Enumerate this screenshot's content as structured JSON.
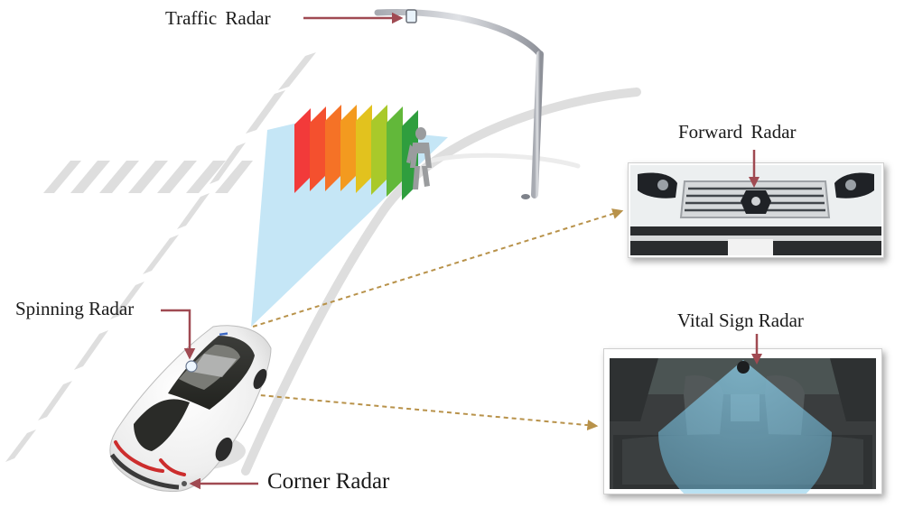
{
  "labels": {
    "traffic_radar": "Traffic Radar",
    "forward_radar": "Forward Radar",
    "spinning_radar": "Spinning Radar",
    "vital_sign_radar": "Vital Sign Radar",
    "corner_radar": "Corner Radar"
  },
  "colors": {
    "label_arrow": "#a04a52",
    "dashed_arrow": "#b8924a",
    "radar_beam": "#bfe3f5",
    "road_markings": "#dedede",
    "radar_slices": [
      "#f23a3a",
      "#f4502e",
      "#f57226",
      "#f39a1f",
      "#e2c21e",
      "#a9c92a",
      "#62b83a",
      "#2f9e3e"
    ]
  }
}
